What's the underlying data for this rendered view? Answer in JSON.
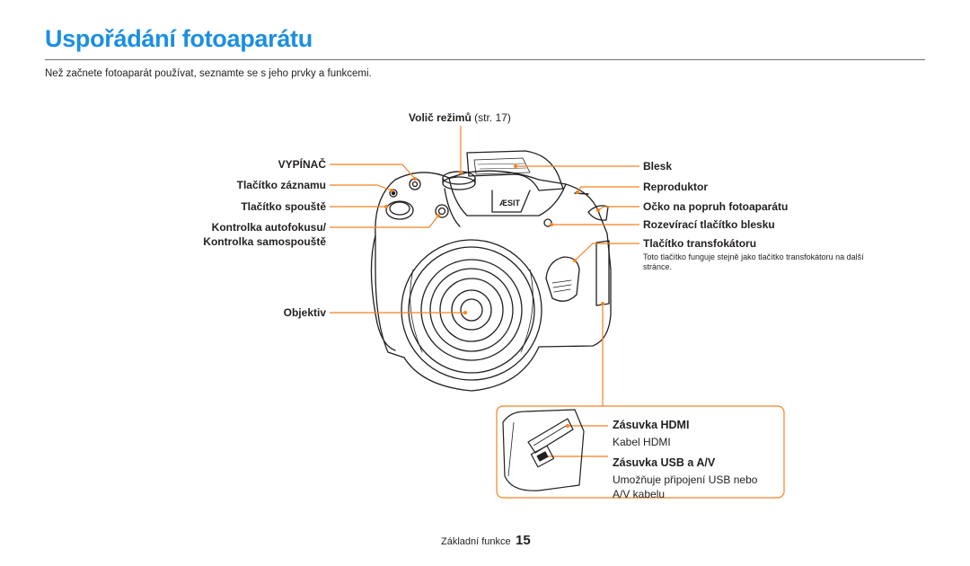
{
  "page": {
    "title": "Uspořádání fotoaparátu",
    "intro": "Než začnete fotoaparát používat, seznamte se s jeho prvky a funkcemi."
  },
  "labels": {
    "mode_dial": "Volič režimů",
    "mode_dial_ref": "(str. 17)",
    "power": "VYPÍNAČ",
    "record": "Tlačítko záznamu",
    "shutter": "Tlačítko spouště",
    "af_lamp_1": "Kontrolka autofokusu/",
    "af_lamp_2": "Kontrolka samospouště",
    "lens": "Objektiv",
    "flash": "Blesk",
    "speaker": "Reproduktor",
    "strap": "Očko na popruh fotoaparátu",
    "flash_button": "Rozevírací tlačítko blesku",
    "zoom": "Tlačítko transfokátoru",
    "zoom_desc": "Toto tlačítko funguje stejně jako tlačítko transfokátoru na další stránce."
  },
  "inset": {
    "hdmi_label": "Zásuvka HDMI",
    "hdmi_desc": "Kabel HDMI",
    "usb_label": "Zásuvka USB a A/V",
    "usb_desc": "Umožňuje připojení USB nebo A/V kabelu"
  },
  "footer": {
    "section": "Základní funkce",
    "page_number": "15"
  },
  "colors": {
    "title": "#1b8fe0",
    "callout": "#f58220",
    "line": "#231f20"
  },
  "icons": [
    "camera-illustration",
    "port-detail-illustration"
  ]
}
